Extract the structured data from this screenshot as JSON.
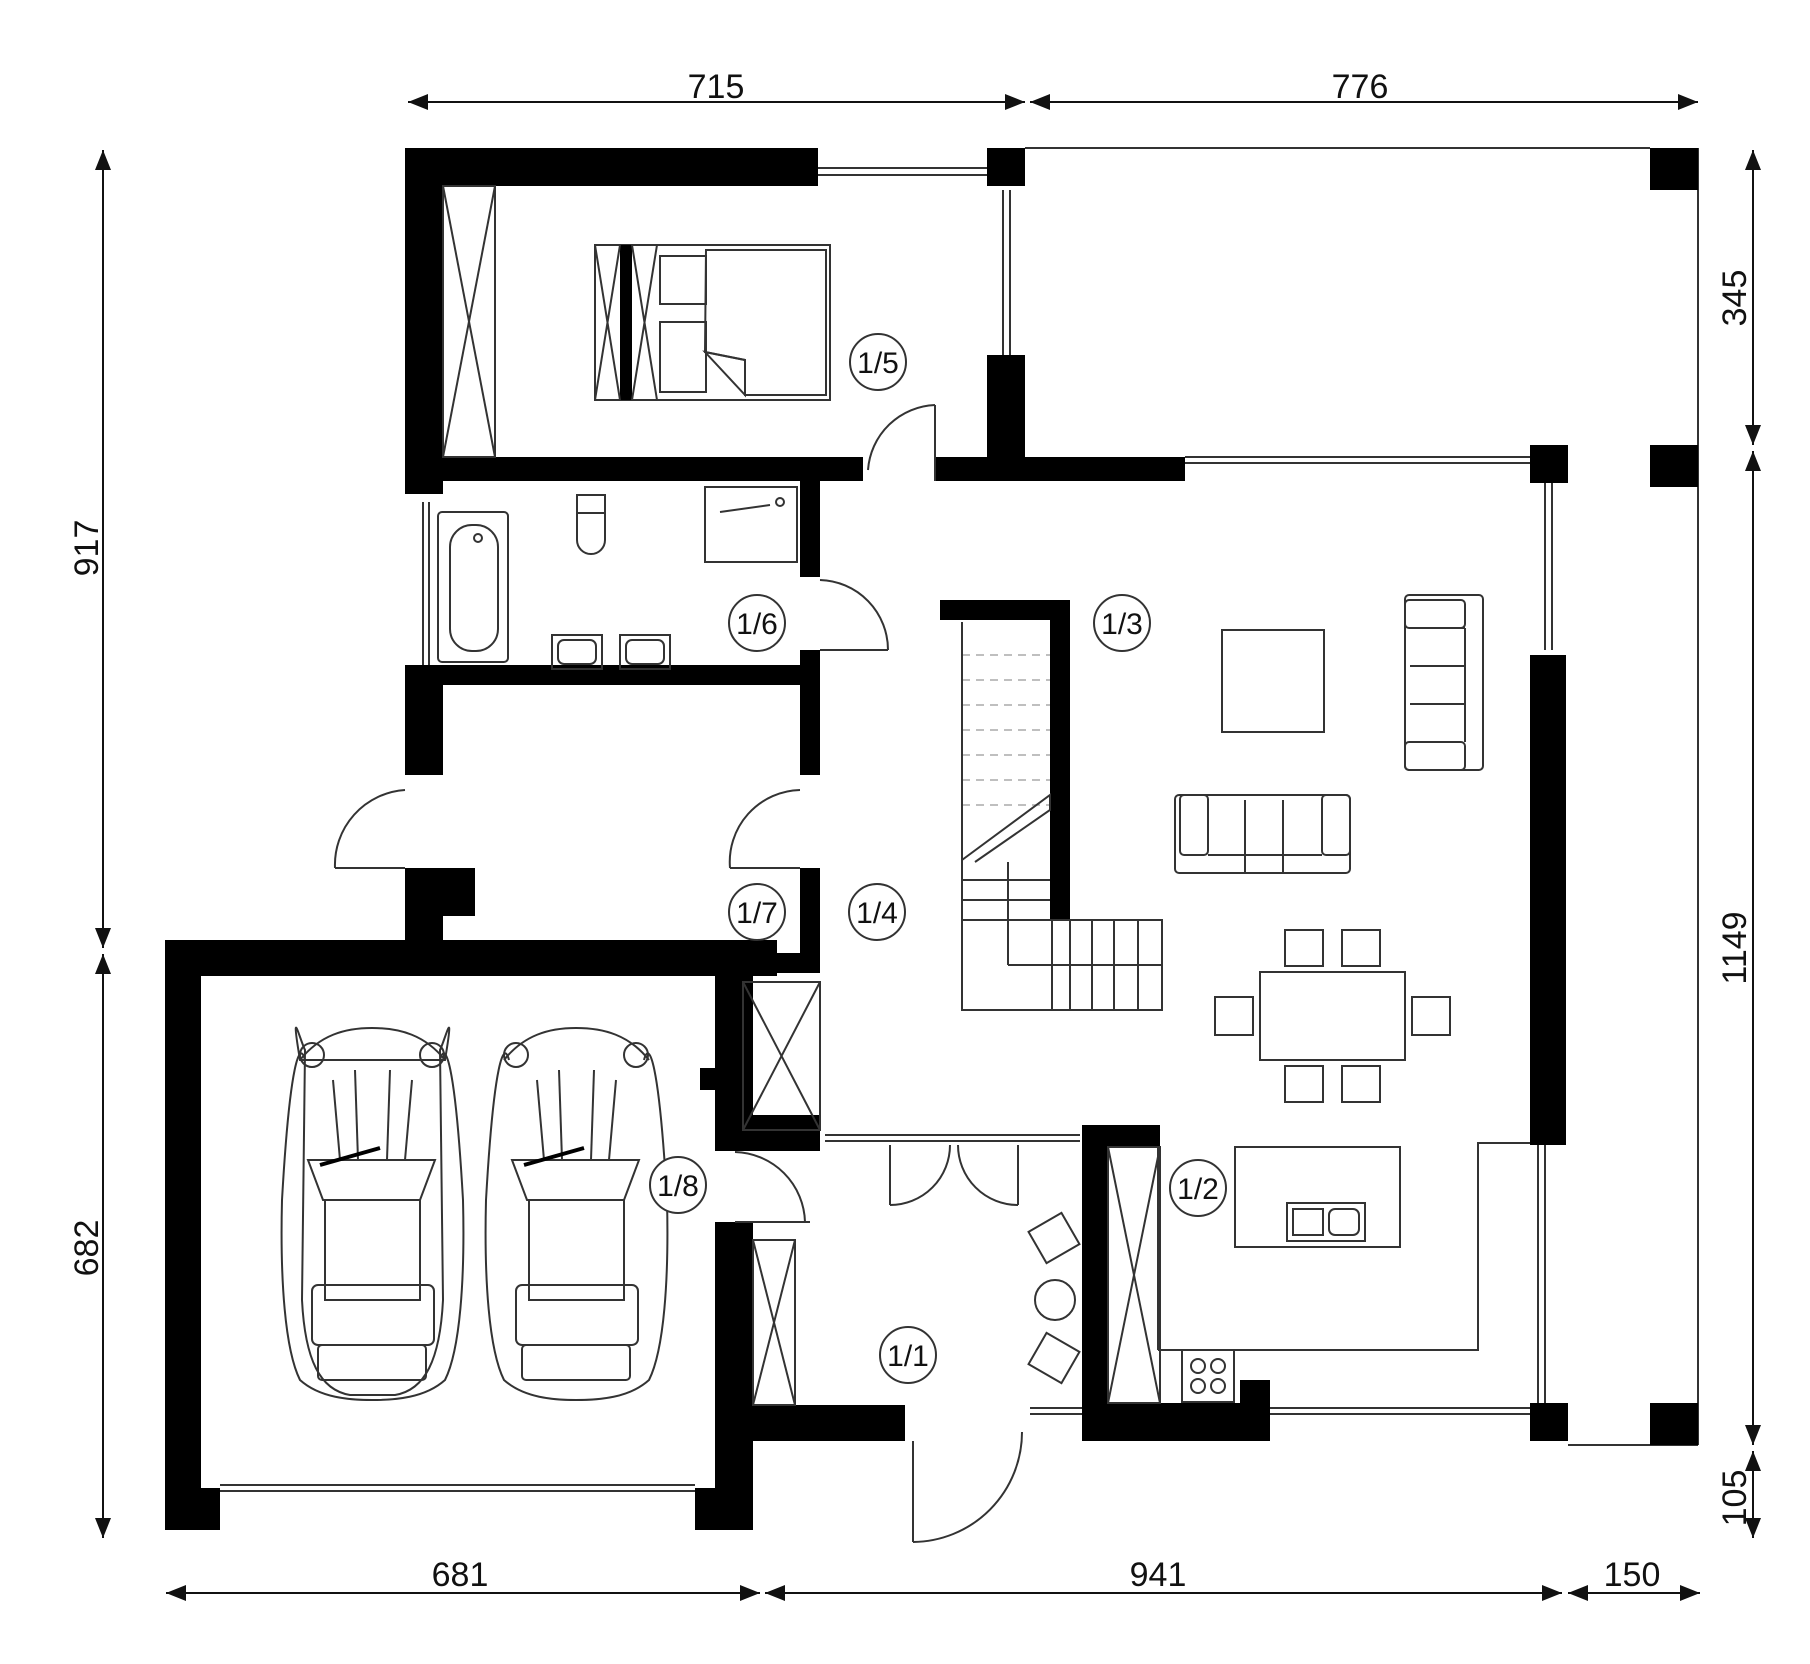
{
  "dimensions": {
    "top": [
      "715",
      "776"
    ],
    "bottom": [
      "681",
      "941",
      "150"
    ],
    "left": [
      "917",
      "682"
    ],
    "right": [
      "345",
      "1149",
      "105"
    ]
  },
  "rooms": [
    "1/1",
    "1/2",
    "1/3",
    "1/4",
    "1/5",
    "1/6",
    "1/7",
    "1/8"
  ],
  "colors": {
    "wall": "#000000",
    "line": "#333333",
    "background": "#ffffff"
  }
}
